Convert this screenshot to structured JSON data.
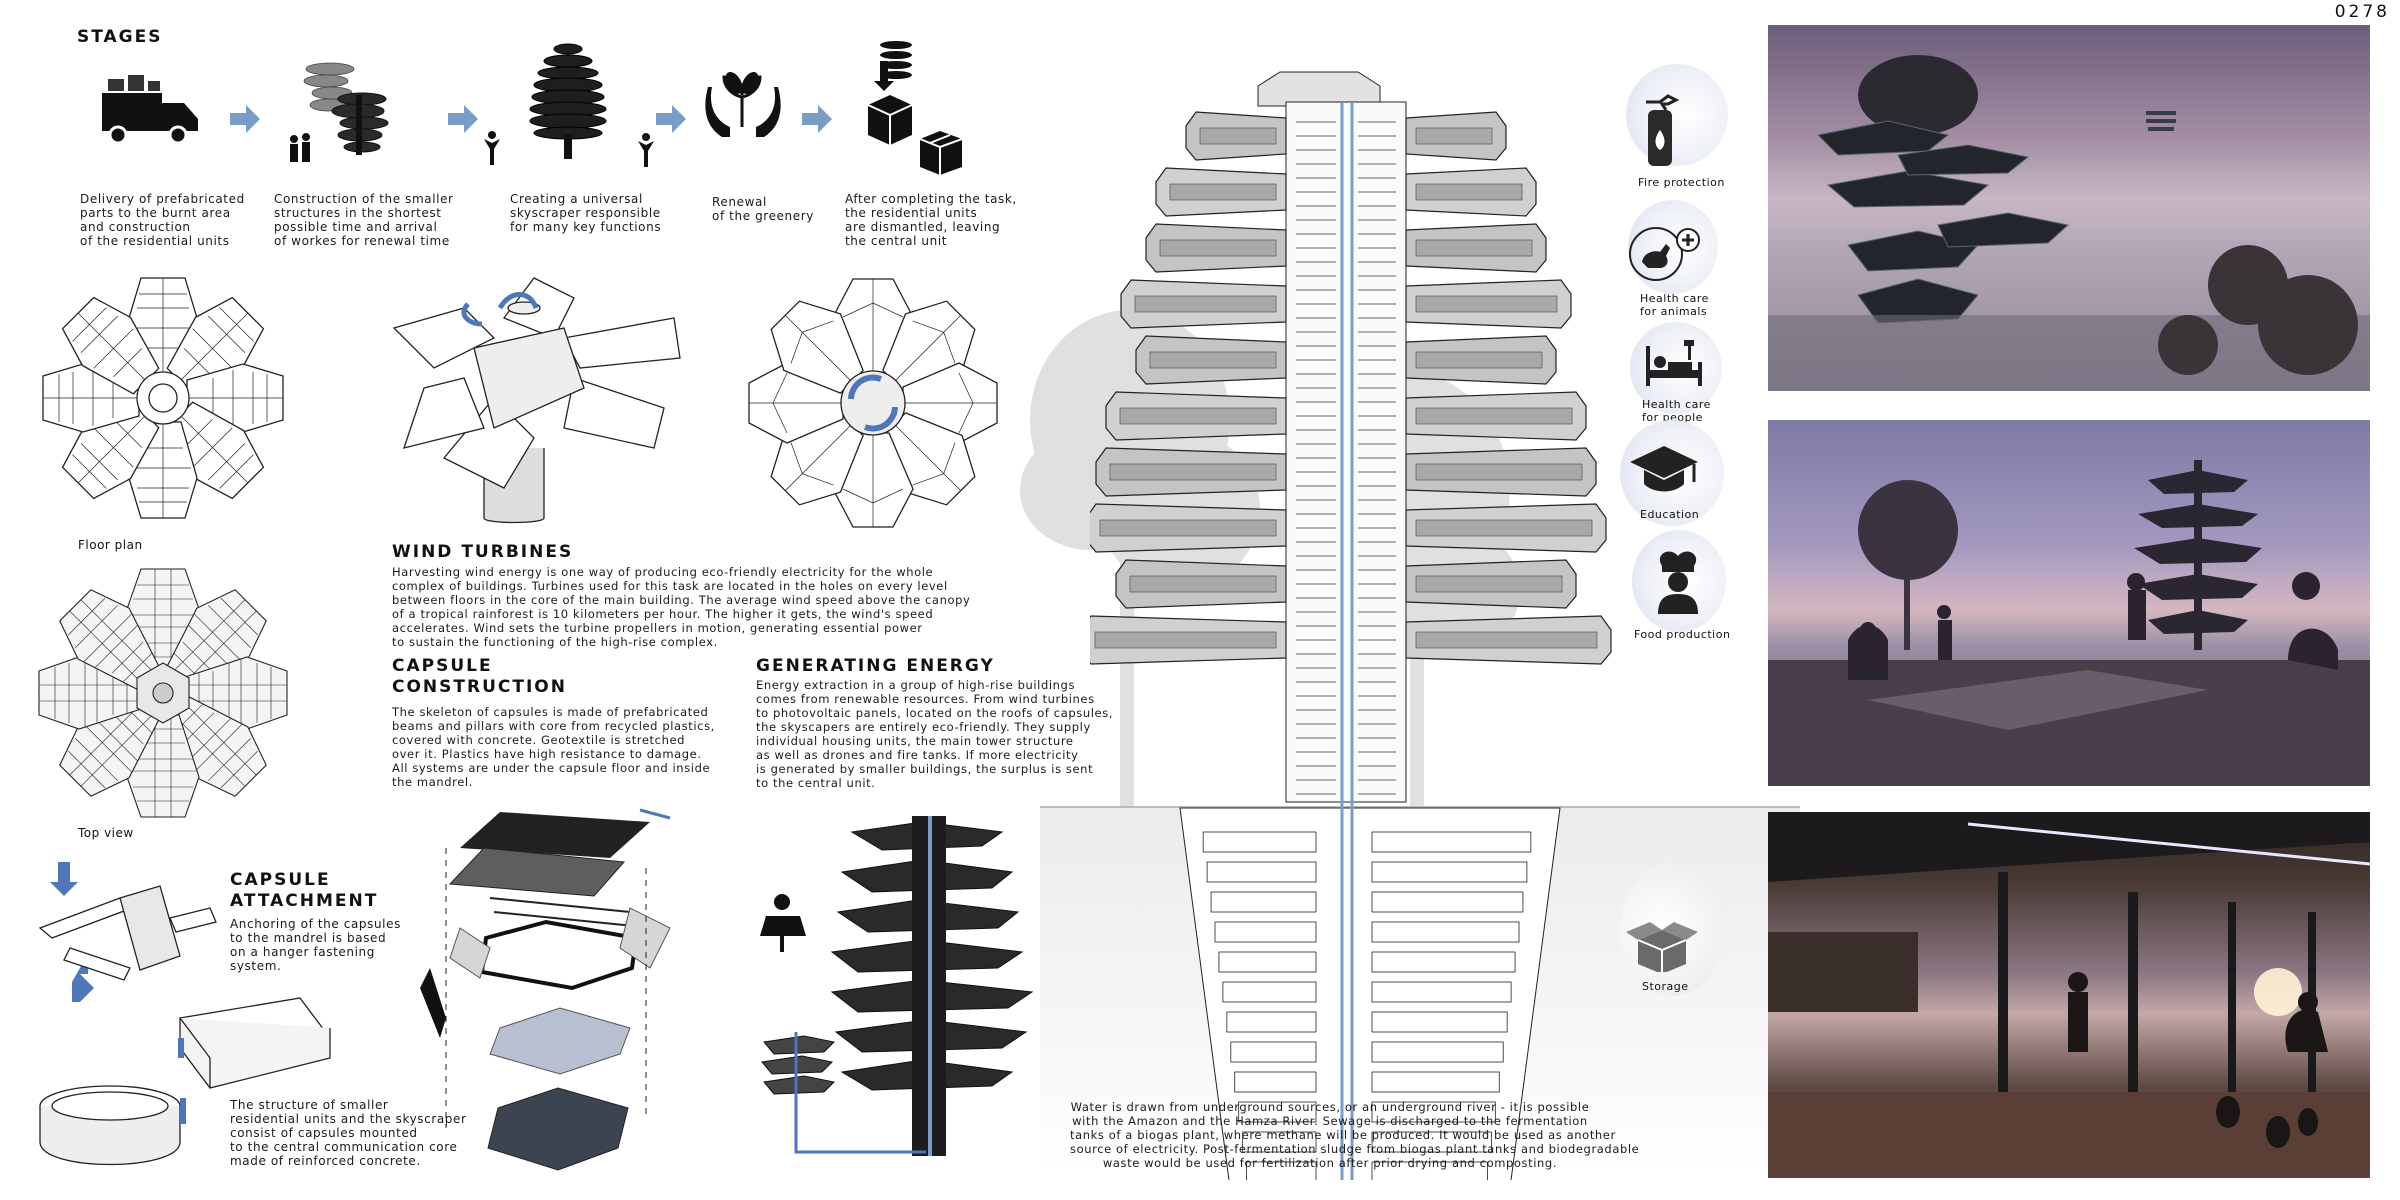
{
  "sheet_number": "0278",
  "stages": {
    "title": "STAGES",
    "items": [
      "Delivery of prefabricated\nparts to the burnt area\nand construction\nof the residential units",
      "Construction of the smaller\nstructures in the shortest\npossible time and arrival\nof workes for renewal time",
      "Creating a universal\nskyscraper responsible\nfor many key functions",
      "Renewal\nof the greenery",
      "After completing the task,\nthe residential units\nare dismantled, leaving\nthe central unit"
    ]
  },
  "floor_plan_label": "Floor plan",
  "top_view_label": "Top view",
  "wind": {
    "title": "WIND TURBINES",
    "text": "Harvesting wind energy is one way of producing eco-friendly electricity for the whole\ncomplex of buildings. Turbines used for this task are located in the holes on every level\nbetween floors in the core of the main building. The average wind speed above the canopy\nof a tropical rainforest is 10 kilometers per hour. The higher it gets, the wind's speed\naccelerates. Wind sets the turbine propellers in motion, generating essential power\nto sustain the functioning of the high-rise complex."
  },
  "capsule_construction": {
    "title": "CAPSULE\nCONSTRUCTION",
    "text": "The skeleton of capsules is made of prefabricated\nbeams and pillars with core from recycled plastics,\ncovered with concrete. Geotextile is stretched\nover it. Plastics have high resistance to damage.\nAll systems are under the capsule floor and inside\nthe mandrel."
  },
  "generating_energy": {
    "title": "GENERATING ENERGY",
    "text": "Energy extraction in a group of high-rise buildings\ncomes from renewable resources. From wind turbines\nto photovoltaic panels, located on the roofs of capsules,\nthe skyscapers are entirely eco-friendly. They supply\nindividual housing units, the main tower structure\nas well as drones and fire tanks. If more electricity\nis generated by smaller buildings, the surplus is sent\nto the central unit."
  },
  "capsule_attachment": {
    "title": "CAPSULE\nATTACHMENT",
    "text": "Anchoring of the capsules\nto the mandrel is based\non a hanger fastening\nsystem.",
    "text2": "The structure of smaller\nresidential units and the skyscraper\nconsist of capsules mounted\nto the central communication core\nmade of reinforced concrete."
  },
  "functions": [
    {
      "label": "Fire protection",
      "icon": "fire-extinguisher-icon"
    },
    {
      "label": "Health care\nfor animals",
      "icon": "animal-care-icon"
    },
    {
      "label": "Health care\nfor people",
      "icon": "hospital-bed-icon"
    },
    {
      "label": "Education",
      "icon": "graduation-cap-icon"
    },
    {
      "label": "Food production",
      "icon": "chef-icon"
    }
  ],
  "storage_label": "Storage",
  "water_text": "Water is drawn from underground sources, or an underground river - it is possible\nwith the Amazon and the Hamza River. Sewage is discharged to the fermentation\ntanks of a biogas plant, where methane will be produced. It would be used as another\nsource of electricity. Post-fermentation sludge from biogas plant tanks and biodegradable\nwaste would be used for fertilization after prior drying and composting.",
  "colors": {
    "accent_blue": "#7a9cc8",
    "ink": "#111111",
    "panel_gray": "#c8c8c8"
  }
}
